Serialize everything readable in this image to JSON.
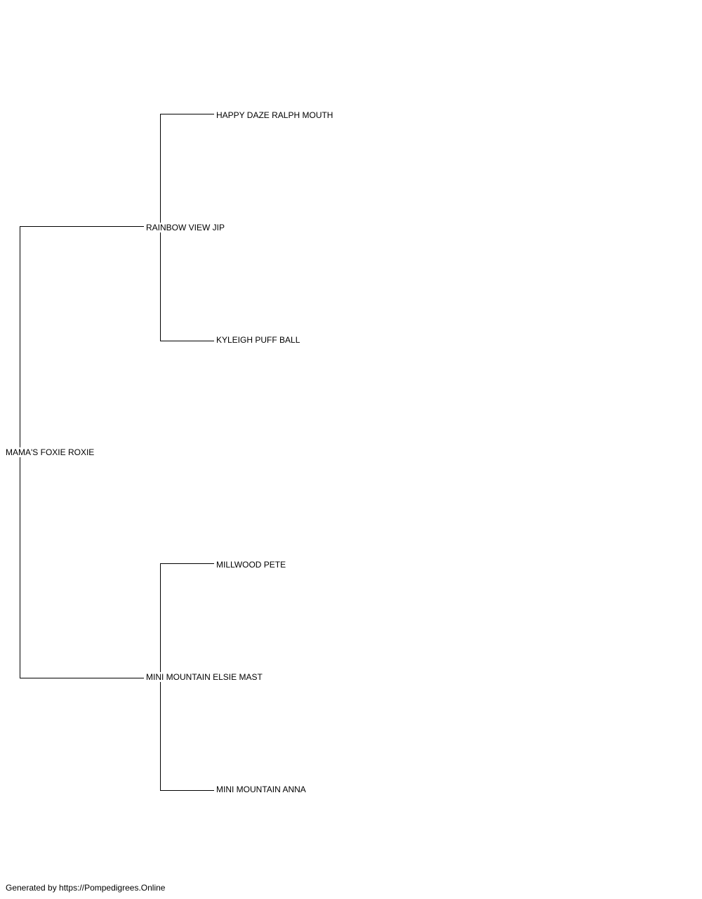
{
  "pedigree": {
    "subject": "MAMA'S FOXIE ROXIE",
    "sire": "RAINBOW VIEW JIP",
    "sire_sire": "HAPPY DAZE RALPH MOUTH",
    "sire_dam": "KYLEIGH PUFF BALL",
    "dam": "MINI MOUNTAIN ELSIE MAST",
    "dam_sire": "MILLWOOD PETE",
    "dam_dam": "MINI MOUNTAIN ANNA"
  },
  "footer": {
    "text": "Generated by https://Pompedigrees.Online"
  },
  "colors": {
    "line": "#000000",
    "background": "#ffffff"
  }
}
